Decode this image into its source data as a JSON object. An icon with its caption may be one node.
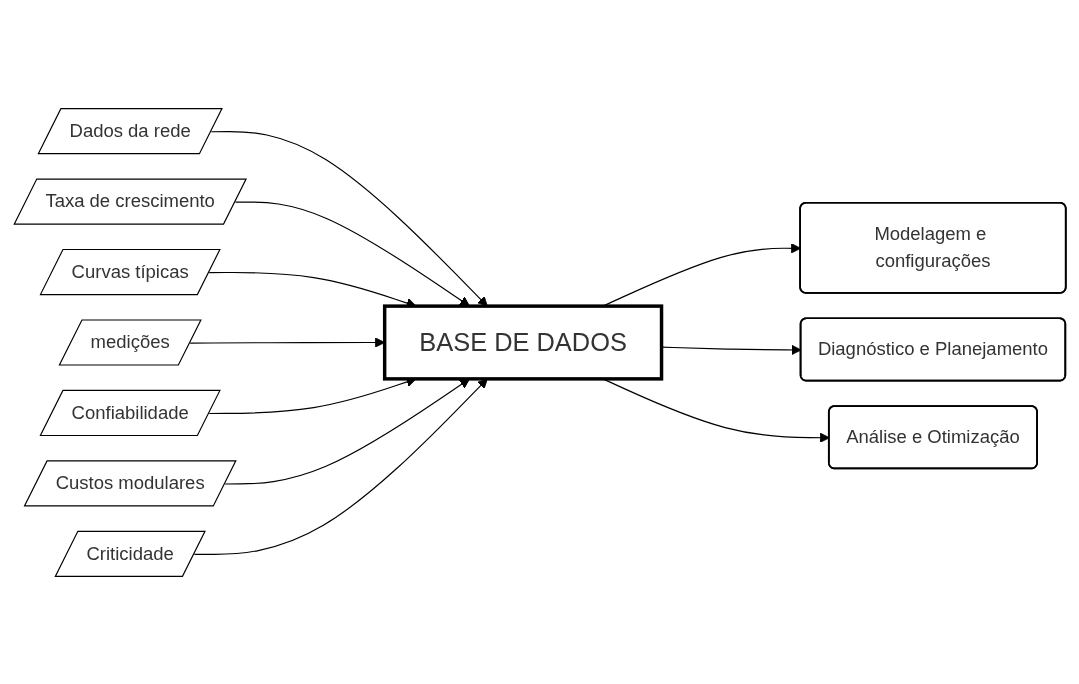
{
  "diagram": {
    "nodes": [
      {
        "text": [
          "Dados da rede"
        ]
      },
      {
        "text": [
          "Taxa de crescimento"
        ]
      },
      {
        "text": [
          "Curvas típicas"
        ]
      },
      {
        "text": [
          "medições"
        ]
      },
      {
        "text": [
          "Confiabilidade"
        ]
      },
      {
        "text": [
          "Custos modulares"
        ]
      },
      {
        "text": [
          "Criticidade"
        ]
      },
      {
        "text": [
          "BASE DE DADOS"
        ]
      },
      {
        "text": [
          "Modelagem e configurações"
        ]
      },
      {
        "text": [
          "Diagnóstico e Planejamento"
        ]
      },
      {
        "text": [
          "Análise e Otimização"
        ]
      }
    ],
    "edges": [
      {
        "from": 0,
        "to": 7,
        "arrow": "to"
      },
      {
        "from": 1,
        "to": 7,
        "arrow": "to"
      },
      {
        "from": 2,
        "to": 7,
        "arrow": "to"
      },
      {
        "from": 3,
        "to": 7,
        "arrow": "to"
      },
      {
        "from": 4,
        "to": 7,
        "arrow": "to"
      },
      {
        "from": 5,
        "to": 7,
        "arrow": "to"
      },
      {
        "from": 6,
        "to": 7,
        "arrow": "to"
      },
      {
        "from": 7,
        "to": 8,
        "arrow": "to"
      },
      {
        "from": 7,
        "to": 9,
        "arrow": "to"
      },
      {
        "from": 7,
        "to": 10,
        "arrow": "to"
      }
    ]
  }
}
